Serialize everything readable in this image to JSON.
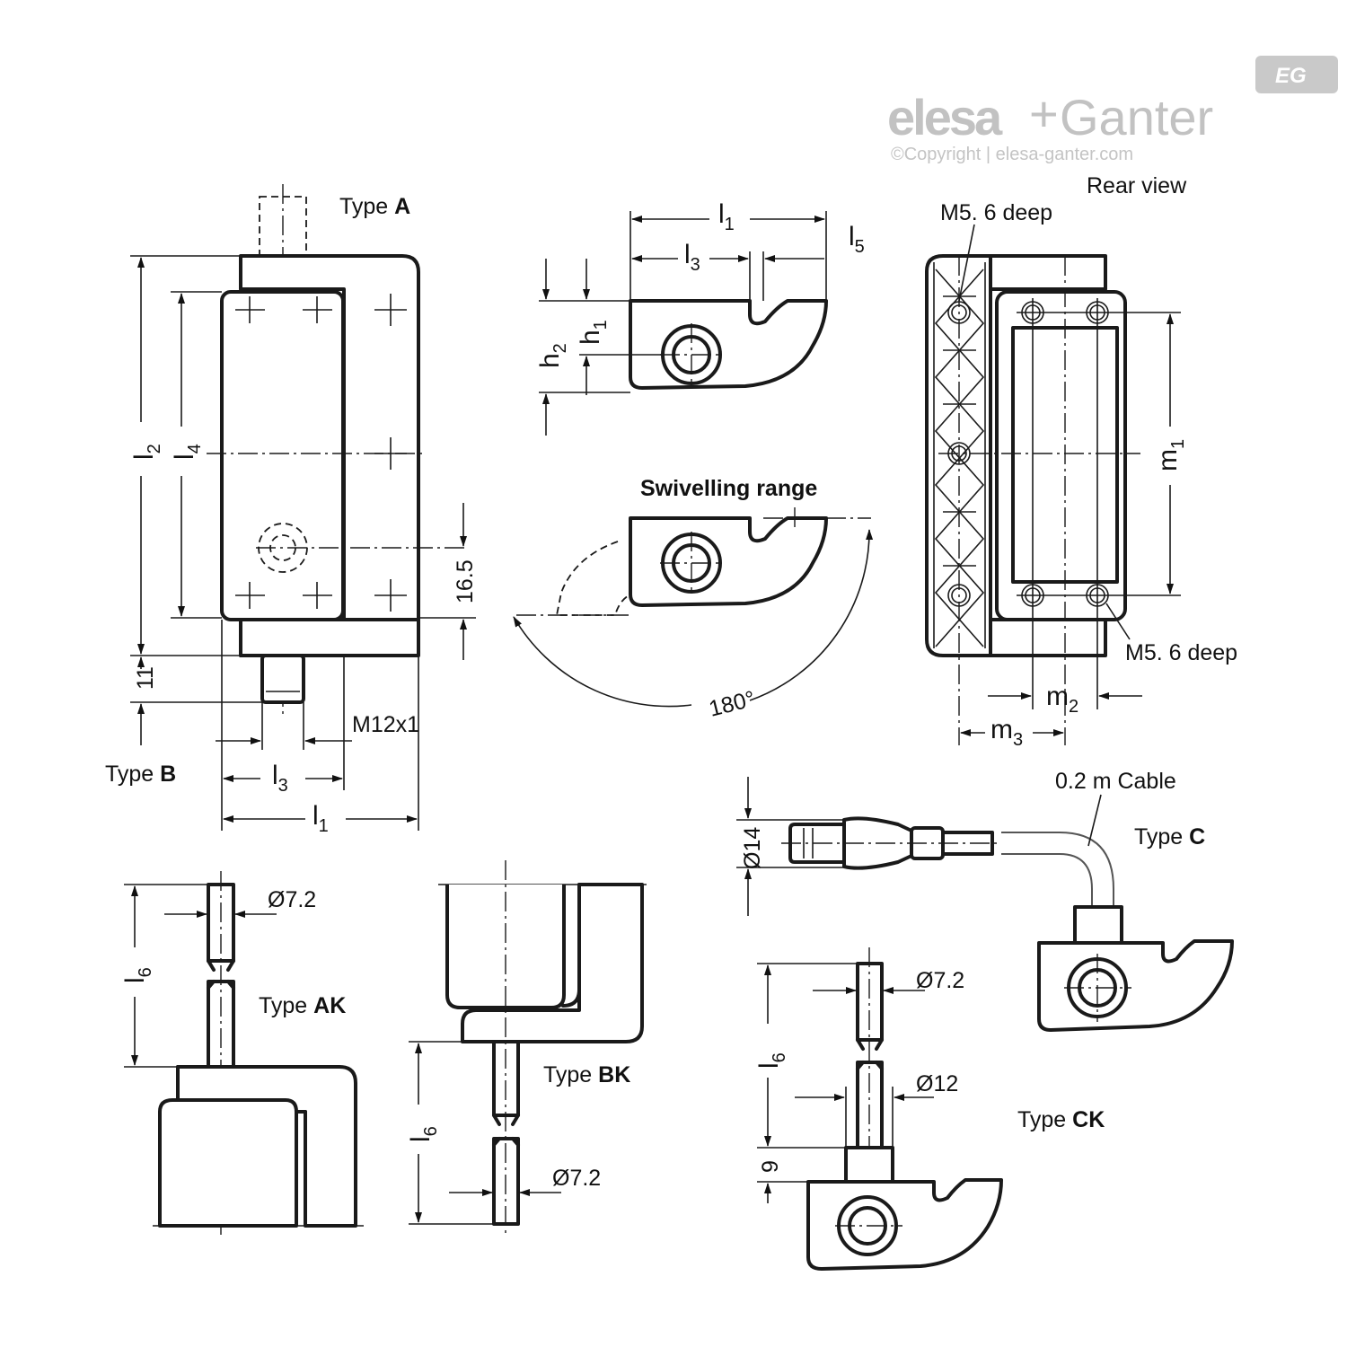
{
  "brand": {
    "logo_part1": "elesa",
    "logo_plus": "+",
    "logo_part2": "Ganter",
    "badge": "EG",
    "copyright": "©Copyright | elesa-ganter.com",
    "logo_color": "#c2c2c2"
  },
  "labels": {
    "type_a_word": "Type ",
    "type_a_letter": "A",
    "type_b_word": "Type ",
    "type_b_letter": "B",
    "type_c_word": "Type ",
    "type_c_letter": "C",
    "type_ak_word": "Type ",
    "type_ak_letter": "AK",
    "type_bk_word": "Type ",
    "type_bk_letter": "BK",
    "type_ck_word": "Type ",
    "type_ck_letter": "CK",
    "rear_view": "Rear view",
    "swivelling_range": "Swivelling range",
    "m5_top": "M5. 6 deep",
    "m5_bottom": "M5. 6 deep",
    "cable": "0.2 m Cable",
    "thread": "M12x1",
    "angle": "180°"
  },
  "dims": {
    "l": "l",
    "h": "h",
    "m": "m",
    "l1_sub": "1",
    "l2_sub": "2",
    "l3_sub": "3",
    "l4_sub": "4",
    "l5_sub": "5",
    "l6_sub": "6",
    "h1_sub": "1",
    "h2_sub": "2",
    "m1_sub": "1",
    "m2_sub": "2",
    "m3_sub": "3",
    "v16_5": "16.5",
    "v11": "11",
    "v9": "9",
    "d14": "Ø14",
    "d12": "Ø12",
    "d7_2_ak": "Ø7.2",
    "d7_2_bk": "Ø7.2",
    "d7_2_ck": "Ø7.2"
  }
}
